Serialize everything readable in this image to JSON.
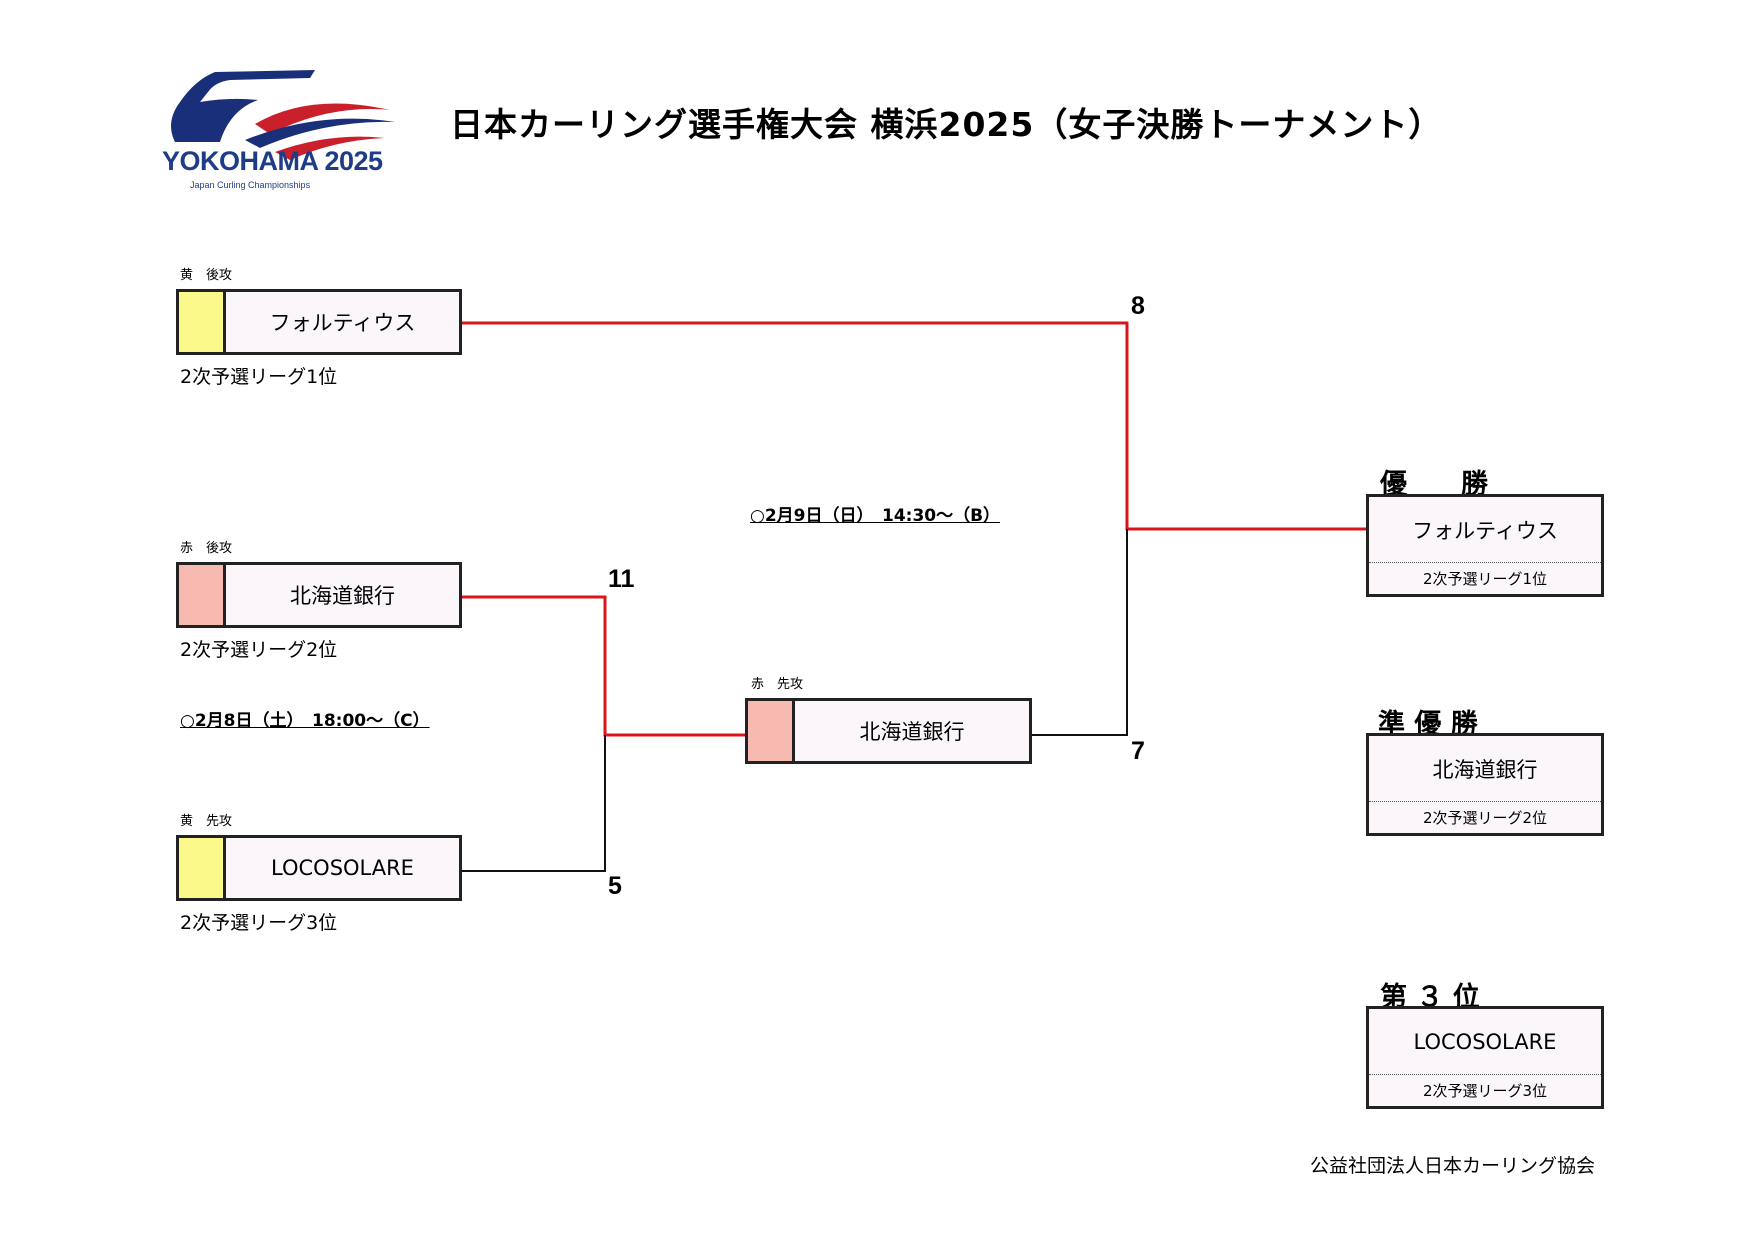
{
  "header": {
    "title": "日本カーリング選手権大会 横浜2025（女子決勝トーナメント）",
    "logo": {
      "wordmark": "YOKOHAMA 2025",
      "tagline": "Japan Curling Championships"
    }
  },
  "colors": {
    "yellow": "#faf98a",
    "red": "#f7bab0",
    "win_line": "#d9141b",
    "loss_line": "#111111",
    "box_bg": "#fbf6f9"
  },
  "teams": [
    {
      "stone": "黄　後攻",
      "name": "フォルティウス",
      "rank": "2次予選リーグ1位",
      "color": "yellow"
    },
    {
      "stone": "赤　後攻",
      "name": "北海道銀行",
      "rank": "2次予選リーグ2位",
      "color": "red"
    },
    {
      "stone": "黄　先攻",
      "name": "LOCOSOLARE",
      "rank": "2次予選リーグ3位",
      "color": "yellow"
    }
  ],
  "semifinal": {
    "date": "○2月8日（土）　18:00～（C）",
    "scores": {
      "top": "11",
      "bottom": "5"
    },
    "winner": {
      "stone": "赤　先攻",
      "name": "北海道銀行",
      "color": "red"
    }
  },
  "final": {
    "date": "○2月9日（日）　14:30～（B）",
    "scores": {
      "top": "8",
      "bottom": "7"
    }
  },
  "results": [
    {
      "heading": "優　　勝",
      "name": "フォルティウス",
      "rank": "2次予選リーグ1位"
    },
    {
      "heading": "準 優 勝",
      "name": "北海道銀行",
      "rank": "2次予選リーグ2位"
    },
    {
      "heading": "第 ３ 位",
      "name": "LOCOSOLARE",
      "rank": "2次予選リーグ3位"
    }
  ],
  "footer": "公益社団法人日本カーリング協会"
}
